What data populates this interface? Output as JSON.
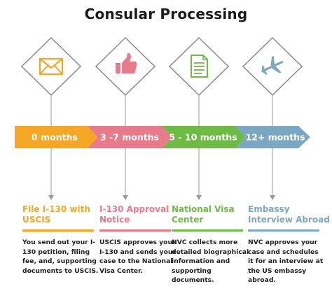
{
  "title": "Consular Processing",
  "colors": {
    "orange": "#F5A623",
    "pink": "#E87A8C",
    "green": "#6DBB45",
    "blue": "#7BA7C2",
    "diamond_stroke": "#8A8A8A",
    "connector": "#9A9A9A"
  },
  "steps": [
    {
      "icon": "envelope-icon",
      "duration": "0 months",
      "title": "File I-130 with USCIS",
      "description": "You send out your I-130 petition, filing fee, and, supporting documents to USCIS."
    },
    {
      "icon": "thumbs-up-icon",
      "duration": "3 -7 months",
      "title": "I-130 Approval Notice",
      "description": "USCIS approves your I-130 and sends your case to the National Visa Center."
    },
    {
      "icon": "document-icon",
      "duration": "5 - 10 months",
      "title": "National Visa Center",
      "description": "NVC collects more detailed biographical information and supporting documents."
    },
    {
      "icon": "airplane-icon",
      "duration": "12+ months",
      "title": "Embassy Interview Abroad",
      "description": "NVC approves your case and schedules it for an interview at the US embassy abroad."
    }
  ]
}
